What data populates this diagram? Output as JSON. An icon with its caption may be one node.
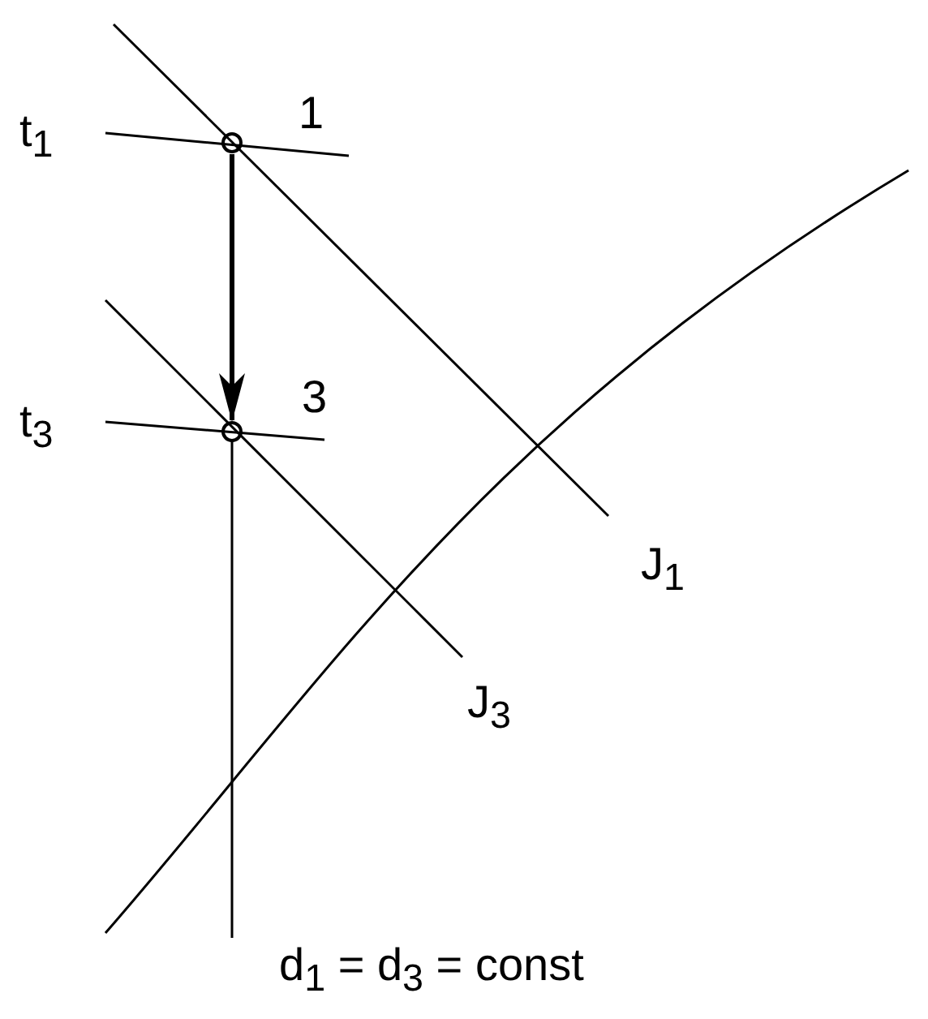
{
  "diagram": {
    "nodes": [
      {
        "text": [],
        "shape": "circle",
        "beside": [
          "1"
        ]
      },
      {
        "text": [],
        "shape": "circle",
        "beside": [
          "3"
        ]
      }
    ],
    "edges": [
      {
        "from": 0,
        "to": 1,
        "arrow": "to"
      }
    ],
    "labels": [
      "t$_{1}$",
      "t$_{3}$",
      "J$_{1}$",
      "J$_{3}$",
      "d$_{1}$ = d$_{3}$ = const"
    ]
  }
}
